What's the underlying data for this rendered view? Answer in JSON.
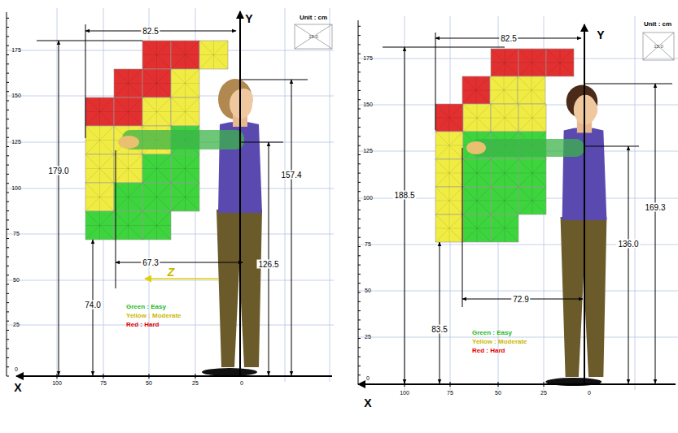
{
  "diagram": {
    "labels": [
      "Y",
      "X",
      "Z",
      "Unit : cm",
      "15.0",
      "82.5",
      "179.0",
      "67.3",
      "157.4",
      "126.5",
      "74.0",
      "175",
      "150",
      "125",
      "100",
      "75",
      "50",
      "25",
      "0",
      "100",
      "75",
      "50",
      "25",
      "0",
      "Y",
      "X",
      "Unit : cm",
      "15.0",
      "82.5",
      "188.5",
      "72.9",
      "169.3",
      "136.0",
      "83.5",
      "175",
      "150",
      "125",
      "100",
      "75",
      "50",
      "25",
      "0",
      "100",
      "75",
      "50",
      "25",
      "0"
    ],
    "legend": [
      {
        "text": "Green : Easy",
        "color": "#22b822"
      },
      {
        "text": "Yellow : Moderate",
        "color": "#c9b800"
      },
      {
        "text": "Red : Hard",
        "color": "#e00000"
      },
      {
        "text": "Green : Easy",
        "color": "#22b822"
      },
      {
        "text": "Yellow : Moderate",
        "color": "#c9b800"
      },
      {
        "text": "Red : Hard",
        "color": "#e00000"
      }
    ]
  }
}
